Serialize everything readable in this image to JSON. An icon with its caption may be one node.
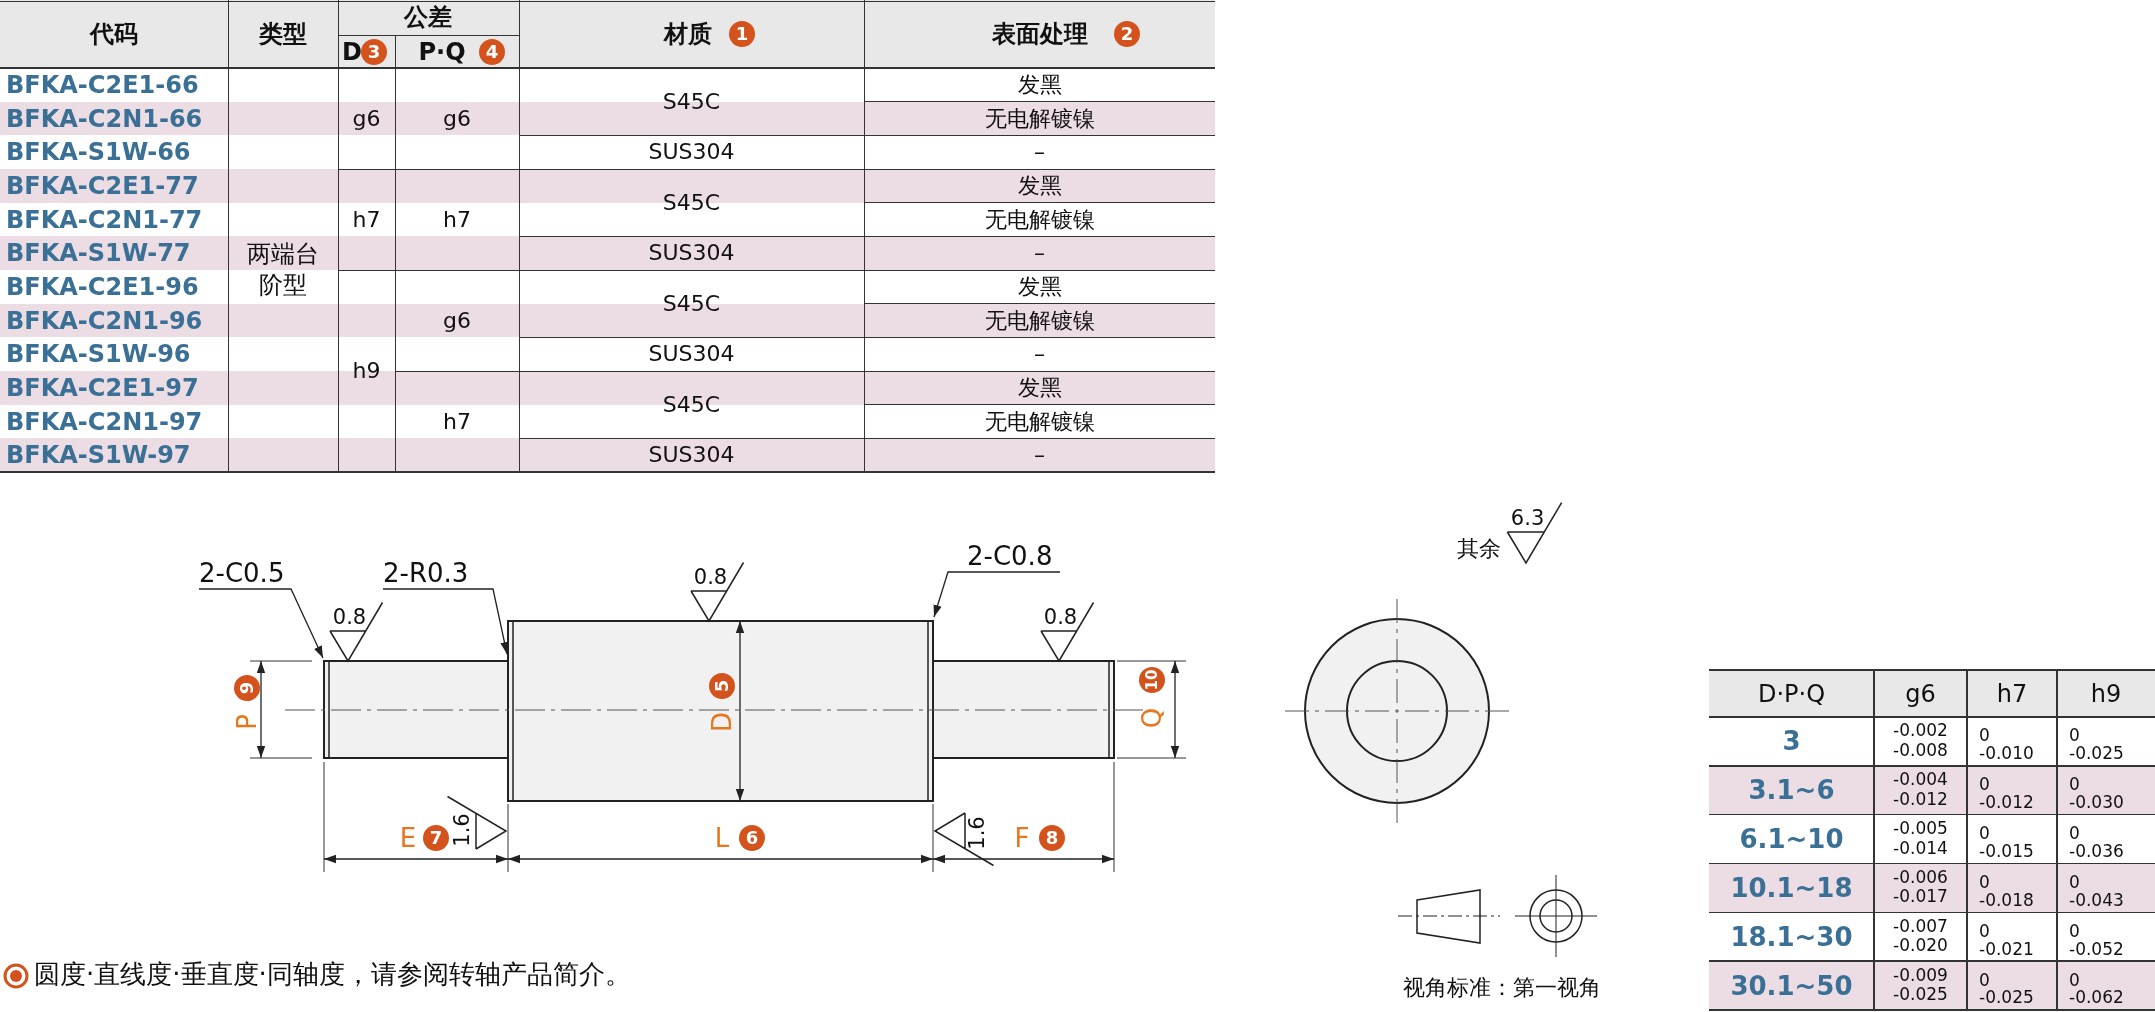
{
  "diagram": {
    "nodes": [
      {
        "text": [
          "2-C0.5"
        ]
      },
      {
        "text": [
          "2-R0.3"
        ]
      },
      {
        "text": [
          "2-C0.8"
        ]
      },
      {
        "text": [],
        "shape": "picture"
      }
    ],
    "edges": [
      {
        "from": 0,
        "to": 3,
        "arrow": "to"
      },
      {
        "from": 1,
        "to": 3,
        "arrow": "to"
      },
      {
        "from": 2,
        "to": 3,
        "arrow": "to"
      }
    ],
    "labels": [
      "代码",
      "类型",
      "公差",
      "材质",
      "1",
      "表面处理",
      "2",
      "D",
      "3",
      "P·Q",
      "4",
      "BFKA-C2E1-66",
      "两端台阶型",
      "g6",
      "g6",
      "S45C",
      "发黑",
      "BFKA-C2N1-66",
      "无电解镀镍",
      "BFKA-S1W-66",
      "SUS304",
      "–",
      "BFKA-C2E1-77",
      "h7",
      "h7",
      "S45C",
      "发黑",
      "BFKA-C2N1-77",
      "无电解镀镍",
      "BFKA-S1W-77",
      "SUS304",
      "–",
      "BFKA-C2E1-96",
      "h9",
      "g6",
      "S45C",
      "发黑",
      "BFKA-C2N1-96",
      "无电解镀镍",
      "BFKA-S1W-96",
      "SUS304",
      "–",
      "BFKA-C2E1-97",
      "h7",
      "S45C",
      "发黑",
      "BFKA-C2N1-97",
      "无电解镀镍",
      "BFKA-S1W-97",
      "SUS304",
      "–",
      "其余",
      "6.3",
      "0.8",
      "0.8",
      "0.8",
      "P",
      "9",
      "D",
      "5",
      "Q",
      "10",
      "1.6",
      "1.6",
      "E",
      "7",
      "L",
      "6",
      "F",
      "8",
      "D·P·Q",
      "g6",
      "h7",
      "h9",
      "3",
      "-0.002 -0.008",
      "0 -0.010",
      "0 -0.025",
      "3.1~6",
      "-0.004 -0.012",
      "0 -0.012",
      "0 -0.030",
      "6.1~10",
      "-0.005 -0.014",
      "0 -0.015",
      "0 -0.036",
      "10.1~18",
      "-0.006 -0.017",
      "0 -0.018",
      "0 -0.043",
      "18.1~30",
      "-0.007 -0.020",
      "0 -0.021",
      "0 -0.052",
      "30.1~50",
      "-0.009 -0.025",
      "0 -0.025",
      "0 -0.062",
      "圆度·直线度·垂直度·同轴度，请参阅转轴产品简介。",
      "视角标准：第一视角"
    ]
  }
}
